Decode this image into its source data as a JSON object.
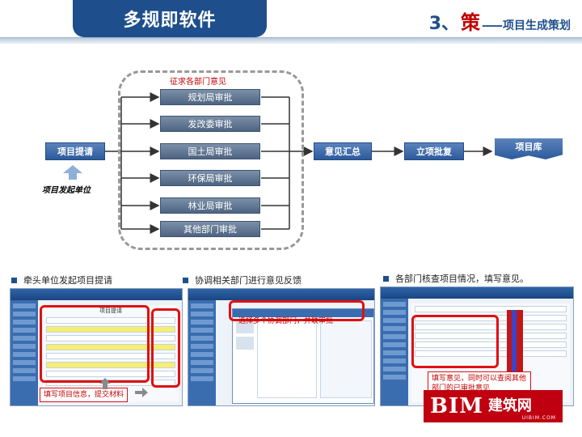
{
  "header": {
    "tab_title": "多规即软件",
    "section_num": "3、",
    "section_char": "策",
    "section_dash": "——",
    "section_sub": "项目生成策划"
  },
  "flow": {
    "solicit_label": "征求各部门意见",
    "start": "项目提请",
    "initiator": "项目发起单位",
    "departments": [
      "规划局审批",
      "发改委审批",
      "国土局审批",
      "环保局审批",
      "林业局审批",
      "其他部门审批"
    ],
    "summary": "意见汇总",
    "approval": "立项批复",
    "library": "项目库"
  },
  "captions": [
    "牵头单位发起项目提请",
    "协调相关部门进行意见反馈",
    "各部门核查项目情况，填写意见。"
  ],
  "shots": {
    "shot1_form_title": "项目提请",
    "shot1_note": "填写项目信息，提交材料",
    "shot2_note": "选择多个协调部门，并联审批",
    "shot3_note": "填写意见，同时可以查阅其他部门的已审批意见"
  },
  "logo": {
    "bim": "BIM",
    "cn": "建筑网",
    "url": "UIBIM.COM"
  },
  "colors": {
    "primary": "#1e4f8c",
    "accent": "#c00000"
  }
}
